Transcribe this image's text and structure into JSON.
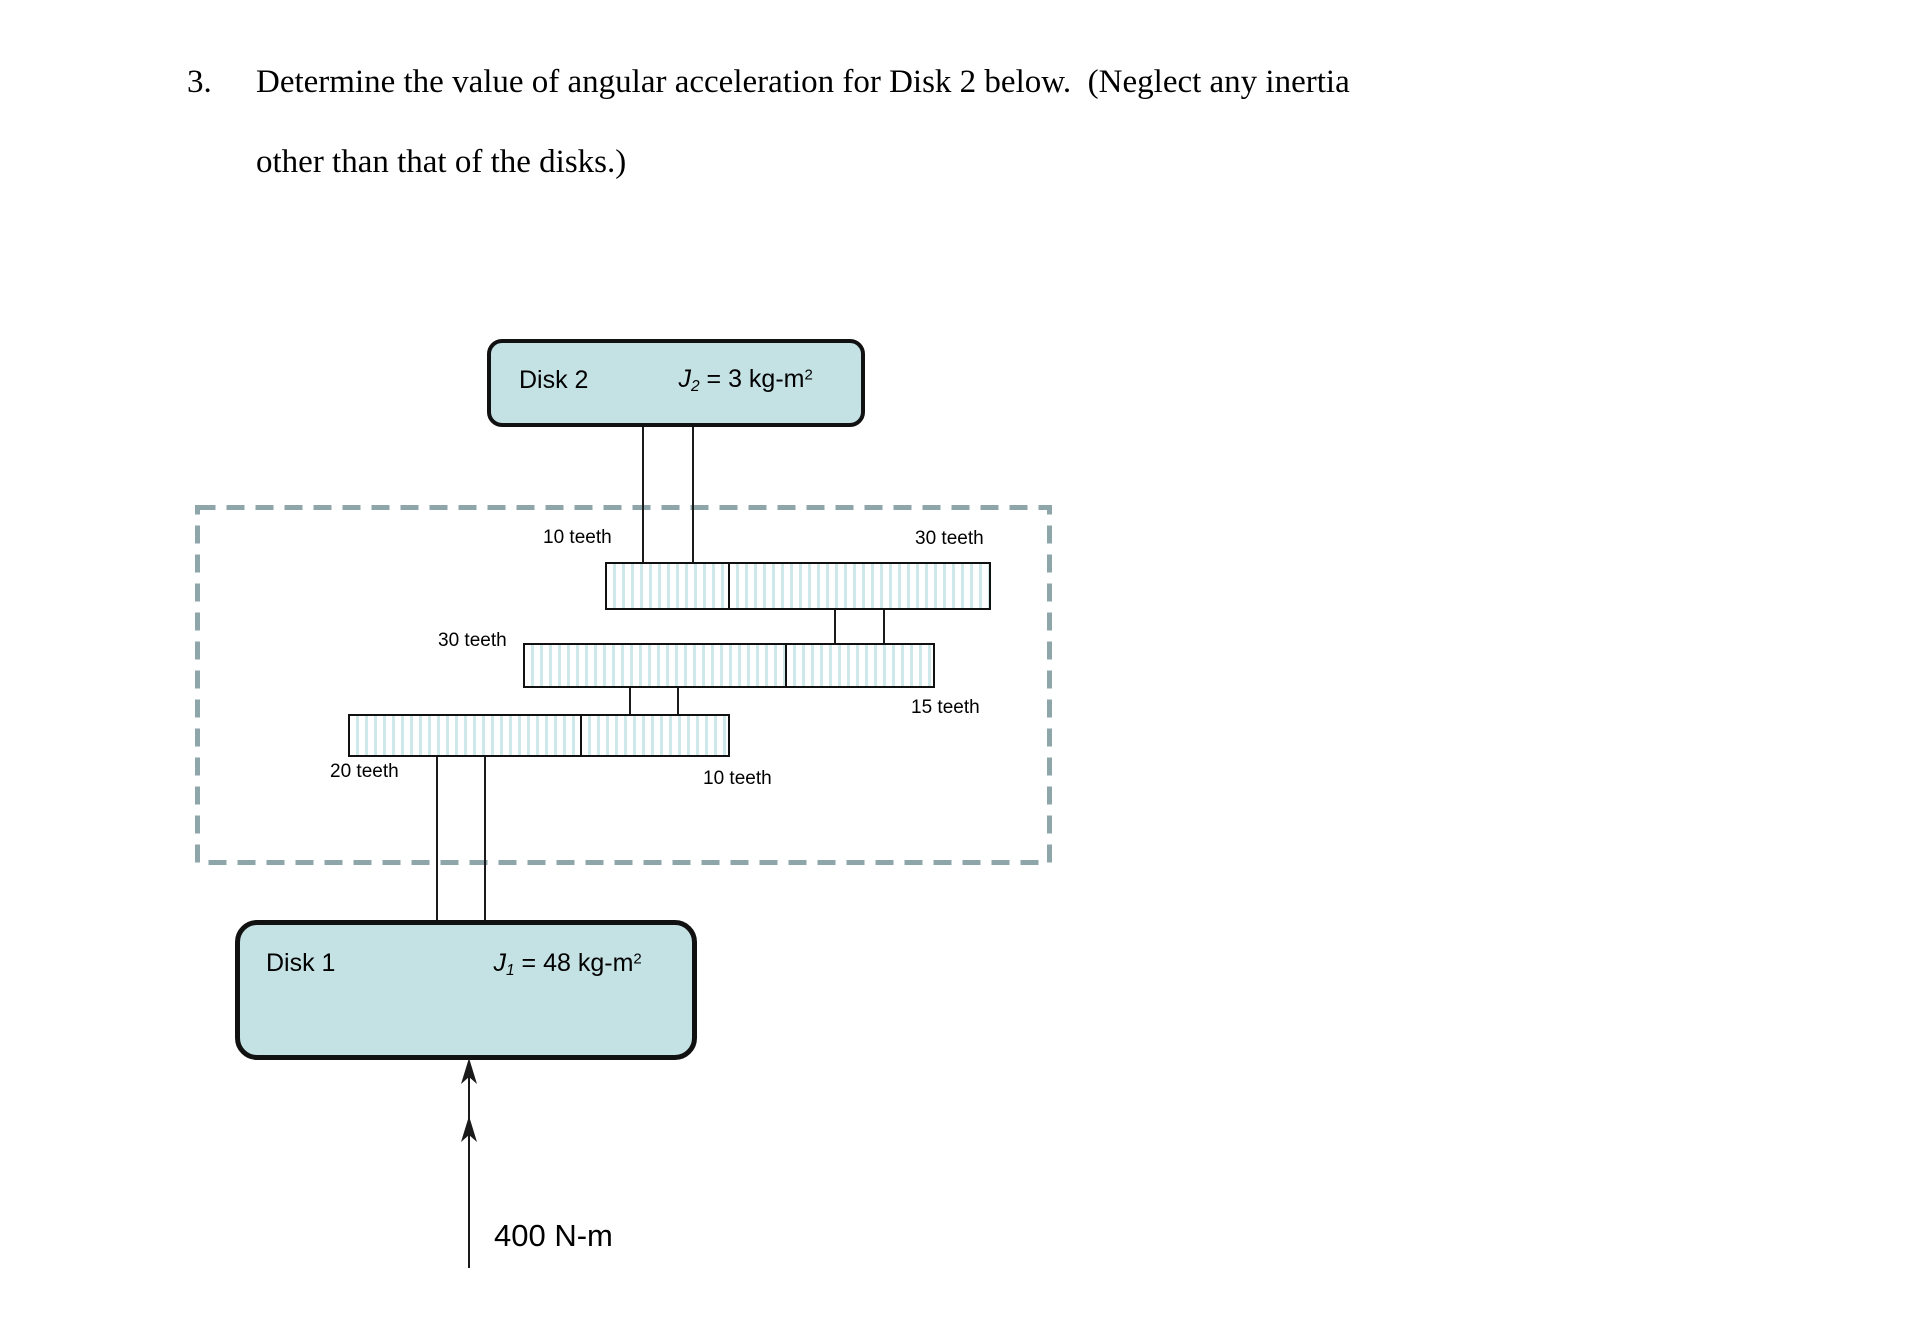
{
  "problem": {
    "number": "3.",
    "line1": "Determine the value of angular acceleration for Disk 2 below.  (Neglect any inertia",
    "line2": "other than that of the disks.)"
  },
  "disk2": {
    "name": "Disk 2",
    "inertia_var": "J",
    "inertia_sub": "2",
    "inertia_value": " = 3 kg-m",
    "inertia_exp": "2"
  },
  "disk1": {
    "name": "Disk 1",
    "inertia_var": "J",
    "inertia_sub": "1",
    "inertia_value": " = 48 kg-m",
    "inertia_exp": "2"
  },
  "gearbox": {
    "labels": {
      "top_small_gear": "10 teeth",
      "top_large_gear": "30 teeth",
      "mid_large_gear": "30 teeth",
      "mid_small_gear": "15 teeth",
      "bottom_large_gear": "20 teeth",
      "bottom_small_gear": "10 teeth"
    }
  },
  "torque": {
    "label": "400 N-m"
  },
  "colors": {
    "disk_fill": "#c4e1e4",
    "gear_stripe": "#cfe8ea",
    "dashed_border": "#8ea6a9",
    "line": "#111111"
  }
}
